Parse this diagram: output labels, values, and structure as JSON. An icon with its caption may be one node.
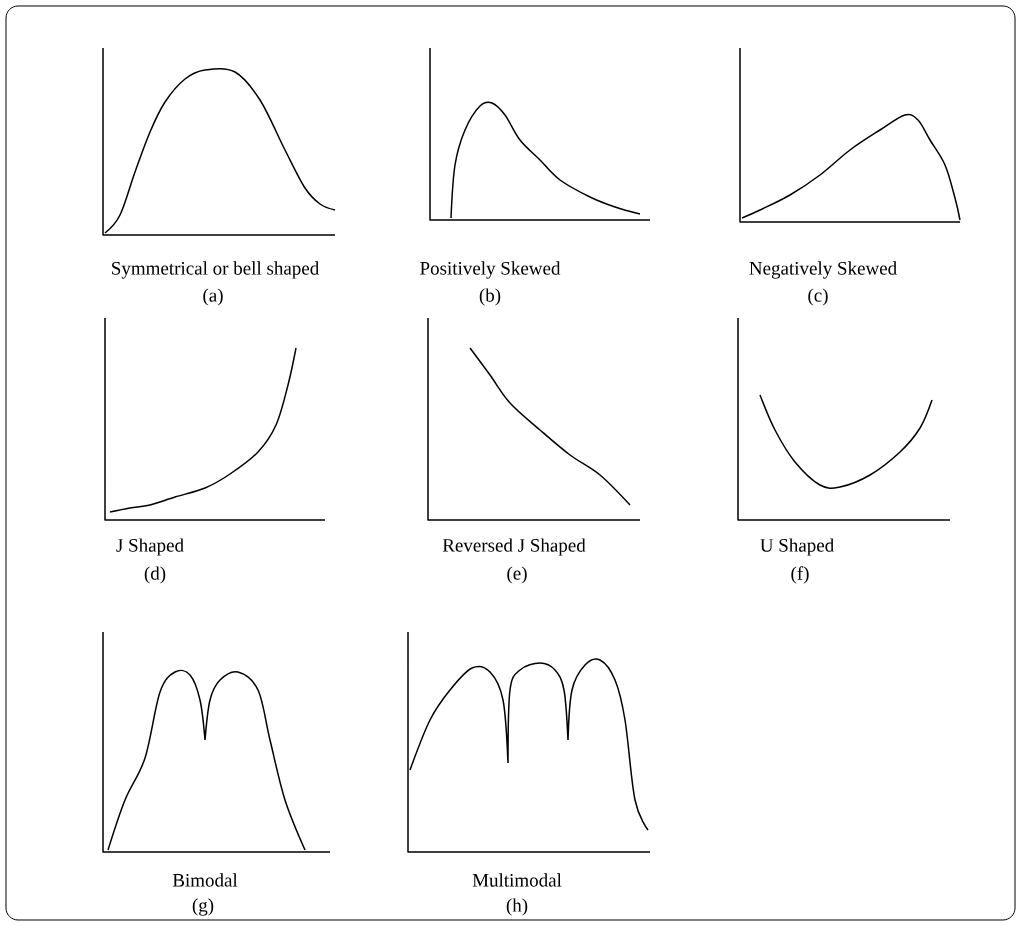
{
  "diagram": {
    "labels": [
      "Symmetrical or bell shaped",
      "(a)",
      "Positively Skewed",
      "(b)",
      "Negatively Skewed",
      "(c)",
      "J Shaped",
      "(d)",
      "Reversed J Shaped",
      "(e)",
      "U Shaped",
      "(f)",
      "Bimodal",
      "(g)",
      "Multimodal",
      "(h)"
    ]
  }
}
